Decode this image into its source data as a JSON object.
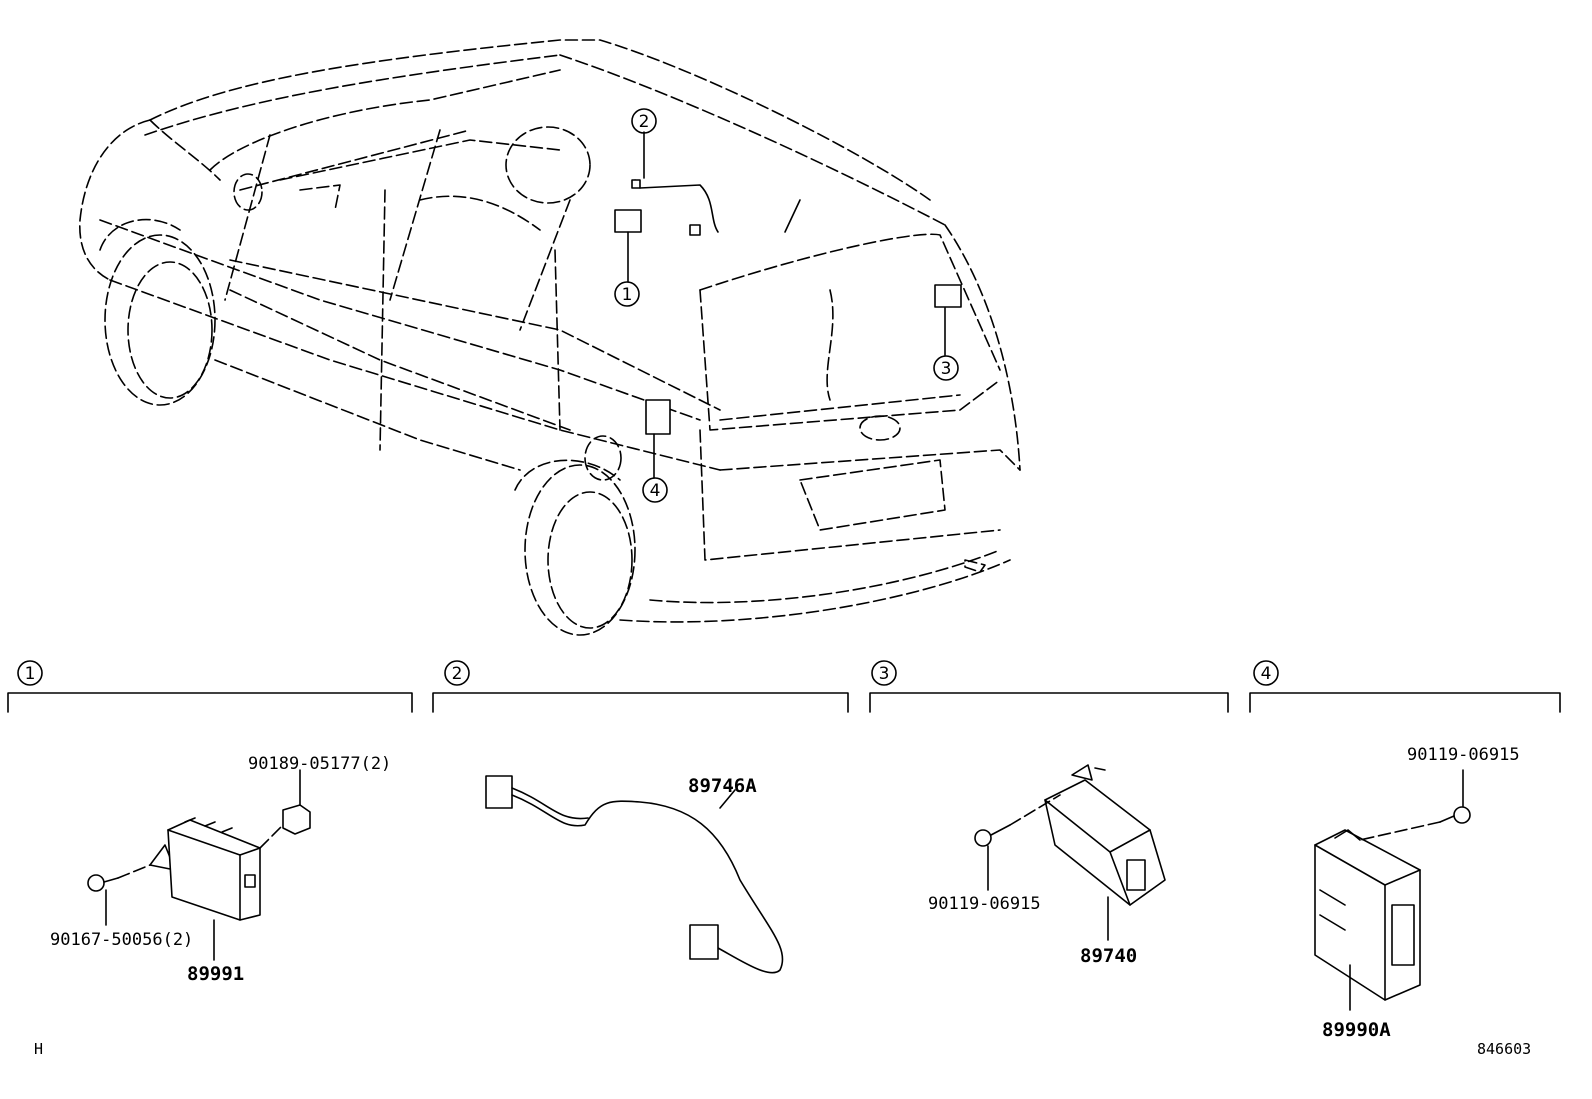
{
  "callouts": [
    "1",
    "2",
    "3",
    "4"
  ],
  "sections": [
    {
      "marker": "1",
      "labels": [
        "90189-05177(2)",
        "90167-50056(2)",
        "89991"
      ]
    },
    {
      "marker": "2",
      "labels": [
        "89746A"
      ]
    },
    {
      "marker": "3",
      "labels": [
        "90119-06915",
        "89740"
      ]
    },
    {
      "marker": "4",
      "labels": [
        "90119-06915",
        "89990A"
      ]
    }
  ],
  "footer": {
    "left_code": "H",
    "drawing_number": "846603"
  }
}
